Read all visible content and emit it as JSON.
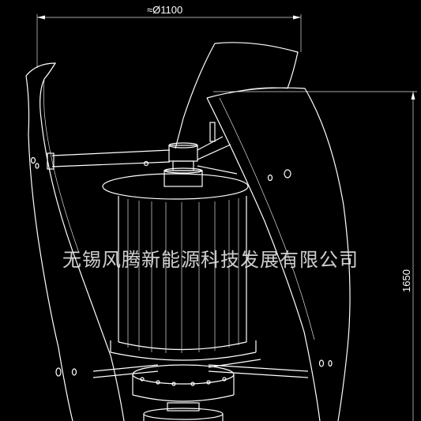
{
  "dimensions": {
    "diameter_label": "≈Ø1100",
    "height_label": "1650"
  },
  "watermark": {
    "company": "无锡风腾新能源科技发展有限公司"
  },
  "colors": {
    "background": "#000000",
    "line": "#ffffff"
  }
}
